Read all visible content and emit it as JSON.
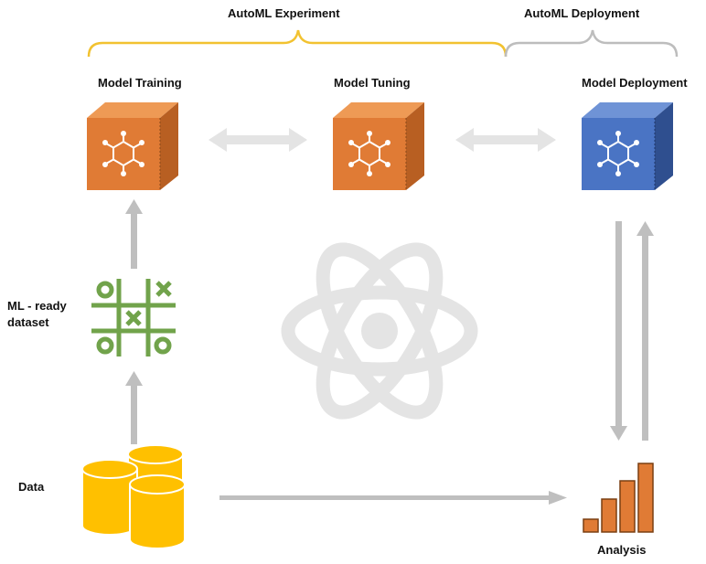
{
  "groups": {
    "experiment": "AutoML Experiment",
    "deployment": "AutoML Deployment"
  },
  "stages": {
    "training": "Model Training",
    "tuning": "Model Tuning",
    "deployment": "Model Deployment"
  },
  "inputs": {
    "dataset": "ML - ready\ndataset",
    "data": "Data"
  },
  "outputs": {
    "analysis": "Analysis"
  },
  "colors": {
    "cube_orange": "#E07B35",
    "cube_blue": "#4A74C4",
    "brace_experiment": "#F2C230",
    "brace_deployment": "#BDBDBD",
    "arrow": "#BFBFBF",
    "grid_green": "#71A34B",
    "db_yellow": "#FFC000",
    "atom": "#E4E4E4"
  },
  "icons": [
    "molecule-icon",
    "tic-tac-toe-icon",
    "database-icon",
    "bar-chart-icon",
    "atom-icon"
  ]
}
